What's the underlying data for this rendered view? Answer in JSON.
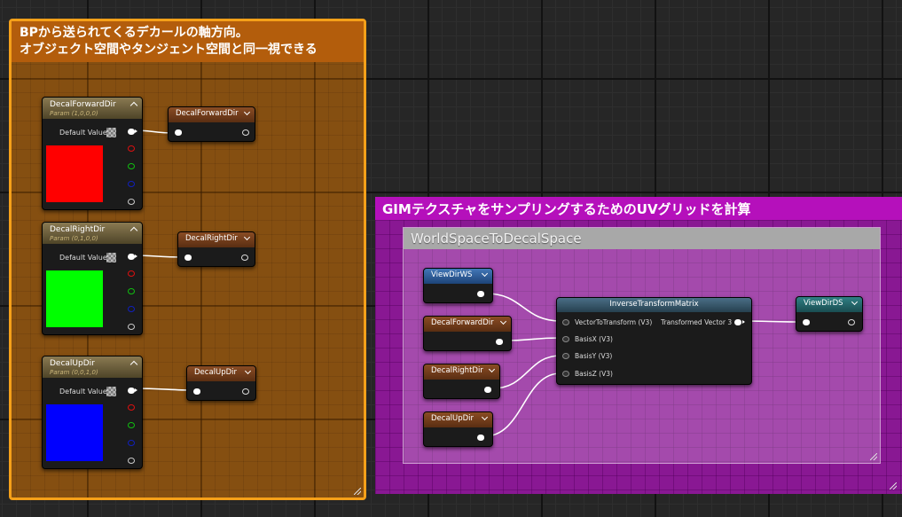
{
  "comments": {
    "orange": {
      "line1": "BPから送られてくるデカールの軸方向。",
      "line2": "オブジェクト空間やタンジェント空間と同一視できる"
    },
    "purple": {
      "title": "GIMテクスチャをサンプリングするためのUVグリッドを計算"
    },
    "grey": {
      "title": "WorldSpaceToDecalSpace"
    }
  },
  "param_nodes": [
    {
      "title": "DecalForwardDir",
      "sub": "Param (1,0,0,0)",
      "default_label": "Default Value",
      "color": "#ff0000"
    },
    {
      "title": "DecalRightDir",
      "sub": "Param (0,1,0,0)",
      "default_label": "Default Value",
      "color": "#00ff00"
    },
    {
      "title": "DecalUpDir",
      "sub": "Param (0,0,1,0)",
      "default_label": "Default Value",
      "color": "#0000ff"
    }
  ],
  "ref_nodes_left": [
    {
      "title": "DecalForwardDir"
    },
    {
      "title": "DecalRightDir"
    },
    {
      "title": "DecalUpDir"
    }
  ],
  "ref_nodes_right": [
    {
      "title": "ViewDirWS"
    },
    {
      "title": "DecalForwardDir"
    },
    {
      "title": "DecalRightDir"
    },
    {
      "title": "DecalUpDir"
    }
  ],
  "function_node": {
    "title": "InverseTransformMatrix",
    "inputs": [
      "VectorToTransform (V3)",
      "BasisX (V3)",
      "BasisY (V3)",
      "BasisZ (V3)"
    ],
    "output": "Transformed Vector 3"
  },
  "output_node": {
    "title": "ViewDirDS"
  },
  "colors": {
    "comment_orange": "#f5a019",
    "comment_purple": "#a10ba6",
    "param_header": "#8a7a52",
    "ref_header": "#8a4c24",
    "viewdirws_header": "#4277b7",
    "viewdirds_header": "#2f7f83"
  }
}
